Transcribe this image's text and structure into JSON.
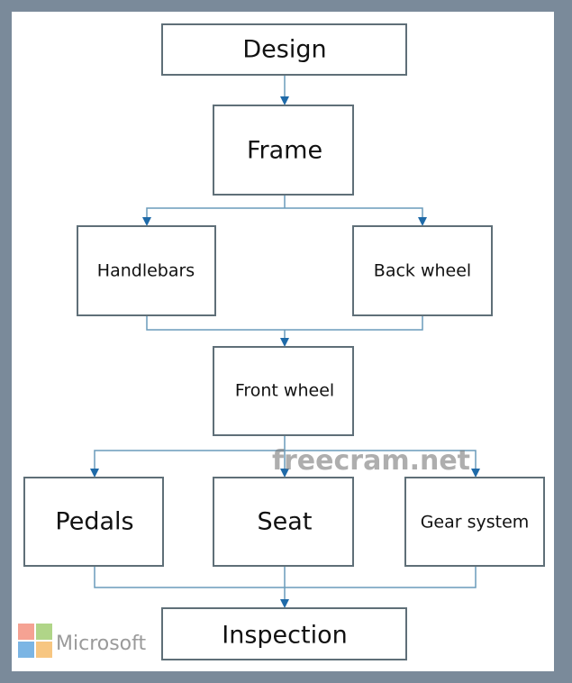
{
  "diagram": {
    "nodes": {
      "design": "Design",
      "frame": "Frame",
      "handlebars": "Handlebars",
      "back_wheel": "Back wheel",
      "front_wheel": "Front wheel",
      "pedals": "Pedals",
      "seat": "Seat",
      "gear_system": "Gear system",
      "inspection": "Inspection"
    },
    "edges": [
      [
        "Design",
        "Frame"
      ],
      [
        "Frame",
        "Handlebars"
      ],
      [
        "Frame",
        "Back wheel"
      ],
      [
        "Handlebars",
        "Front wheel"
      ],
      [
        "Back wheel",
        "Front wheel"
      ],
      [
        "Front wheel",
        "Pedals"
      ],
      [
        "Front wheel",
        "Seat"
      ],
      [
        "Front wheel",
        "Gear system"
      ],
      [
        "Pedals",
        "Inspection"
      ],
      [
        "Seat",
        "Inspection"
      ],
      [
        "Gear system",
        "Inspection"
      ]
    ],
    "colors": {
      "frame": "#7a8a9a",
      "connector": "#6a9cbb",
      "arrow": "#1f6aa8",
      "box_border": "#5f6f78"
    }
  },
  "watermark": {
    "text": "freecram.net"
  },
  "logo": {
    "text": "Microsoft"
  }
}
